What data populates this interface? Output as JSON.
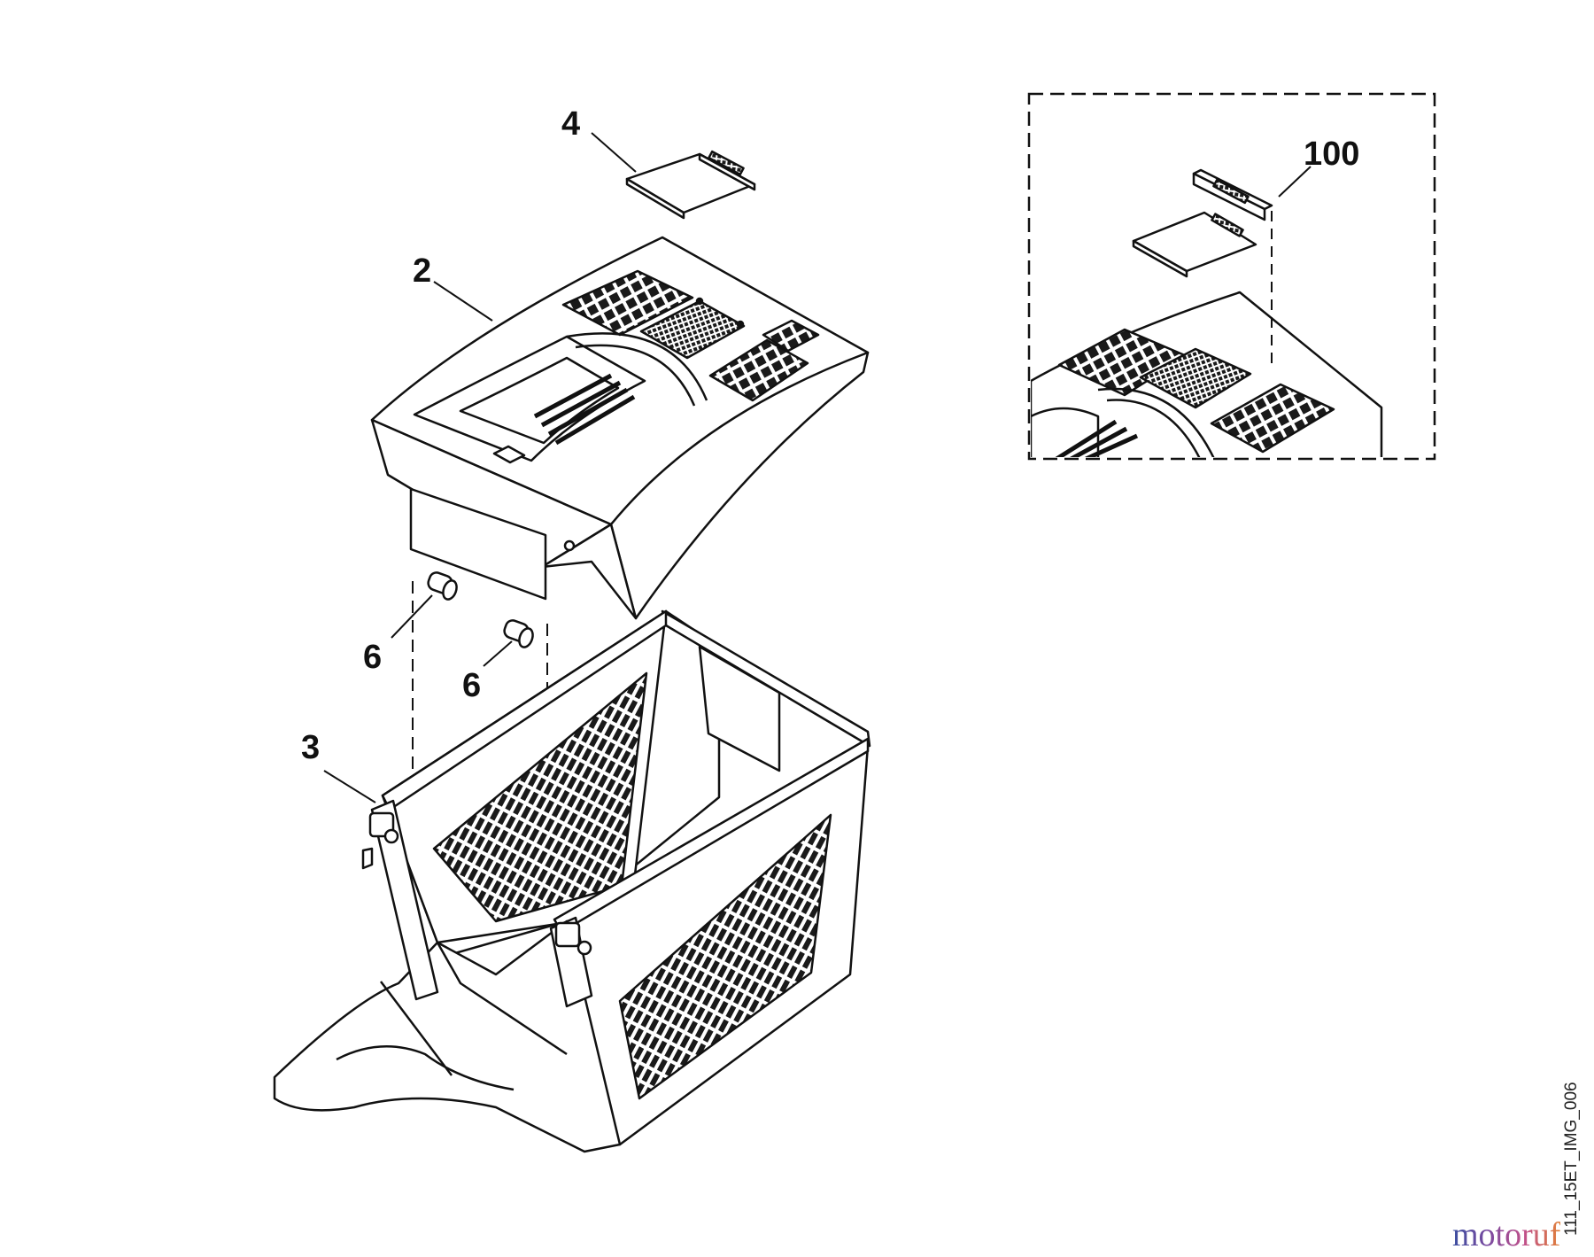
{
  "diagram": {
    "callouts": {
      "part_2": "2",
      "part_3": "3",
      "part_4": "4",
      "part_6a": "6",
      "part_6b": "6",
      "part_100": "100"
    },
    "drawing_ref": "111_15ET_IMG_006",
    "watermark": {
      "text": "motoruf",
      "gradient": [
        "#3b4fa0",
        "#7a4aa0",
        "#c0508a",
        "#e0803a"
      ]
    },
    "colors": {
      "line": "#111111",
      "fill": "#ffffff",
      "mesh": "#1a1a1a",
      "background": "#ffffff"
    }
  }
}
